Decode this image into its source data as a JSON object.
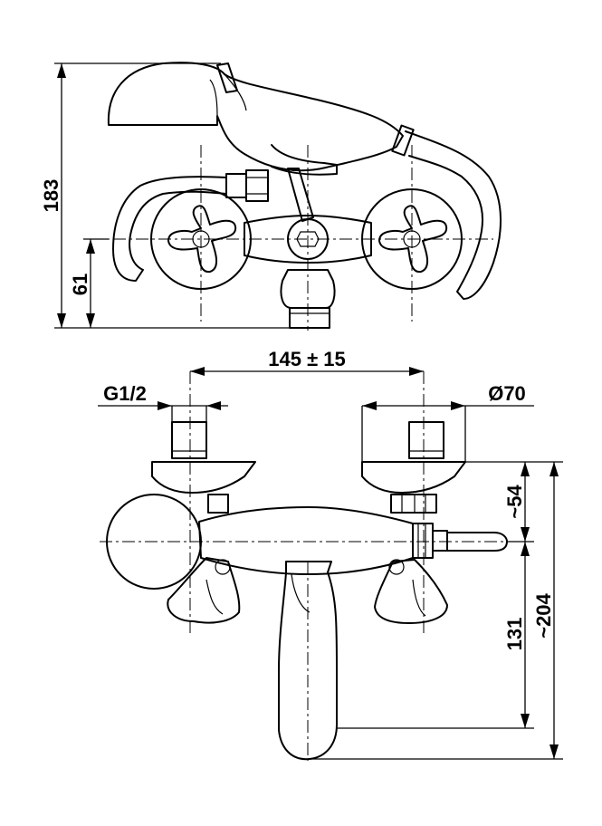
{
  "dimensions": {
    "top_view": {
      "overall_height": "183",
      "outlet_height": "61"
    },
    "bottom_view": {
      "center_distance": "145 ± 15",
      "thread": "G1/2",
      "flange_diameter": "Ø70",
      "flange_to_axis": "~54",
      "axis_to_spout": "131",
      "overall_depth": "~204"
    }
  }
}
